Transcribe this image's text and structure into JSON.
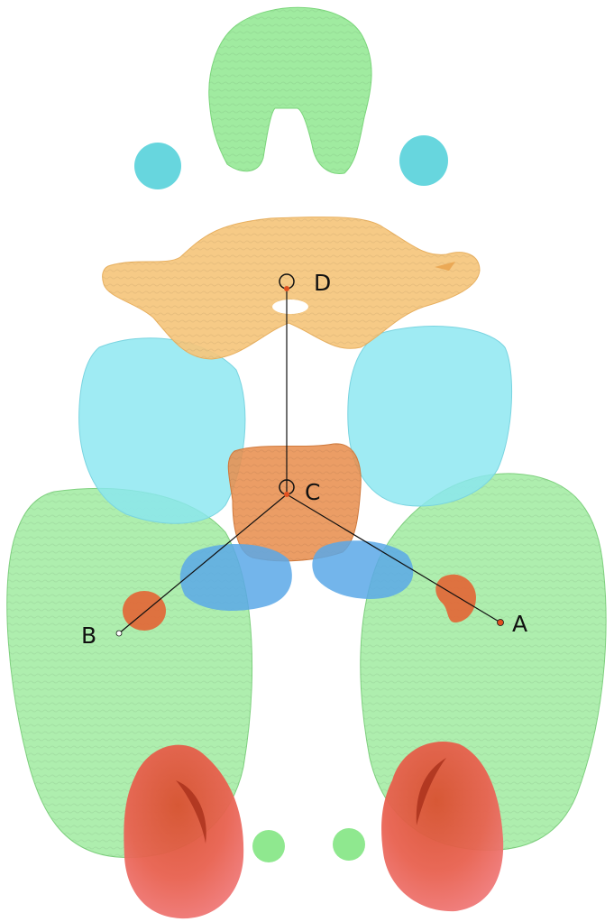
{
  "labels": {
    "a": "A",
    "b": "B",
    "c": "C",
    "d": "D"
  },
  "colors": {
    "green": "#8fe88f",
    "cyan": "#5fd4dc",
    "light_blue": "#8ae6f0",
    "tan": "#f5c57c",
    "orange": "#e88f50",
    "blue": "#5aa8e8",
    "red": "#e8614f",
    "line": "#111111",
    "marker": "#e05020"
  }
}
